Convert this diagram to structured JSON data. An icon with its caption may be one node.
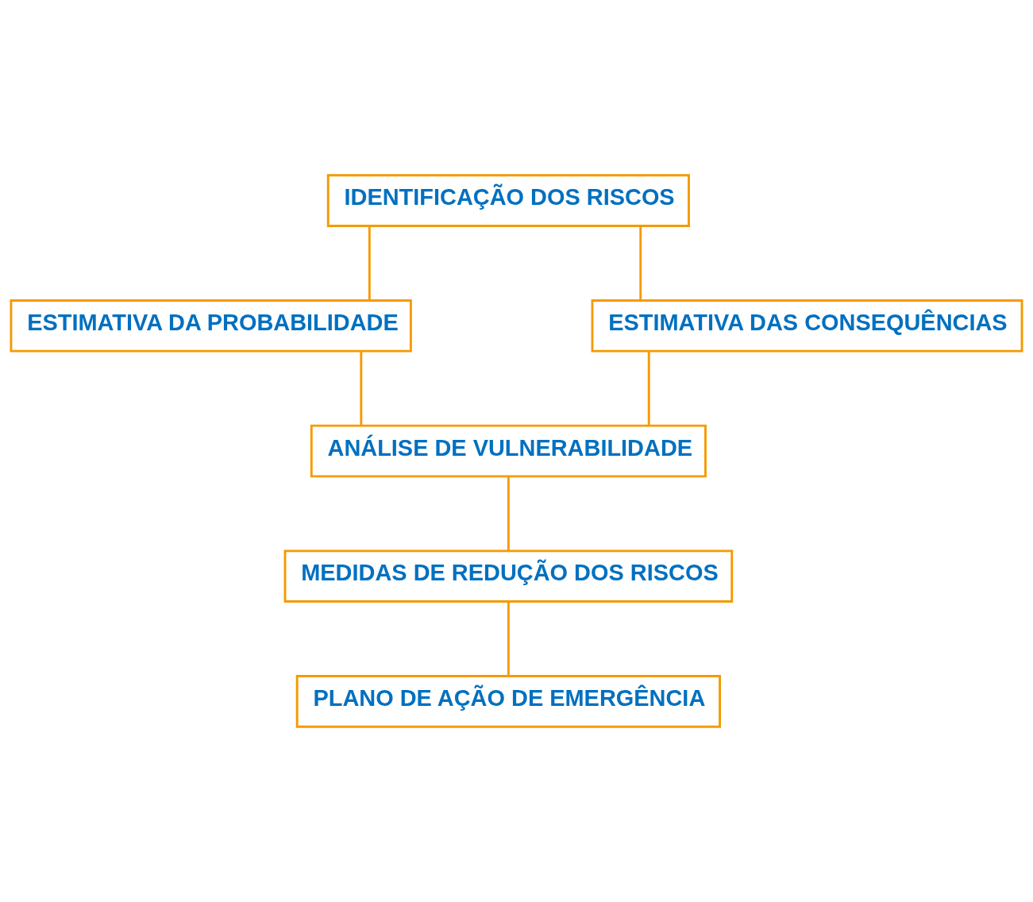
{
  "diagram": {
    "nodes": [
      {
        "text": [
          "IDENTIFICAÇÃO DOS RISCOS"
        ]
      },
      {
        "text": [
          "ESTIMATIVA DA PROBABILIDADE"
        ]
      },
      {
        "text": [
          "ESTIMATIVA DAS CONSEQUÊNCIAS"
        ]
      },
      {
        "text": [
          "ANÁLISE DE VULNERABILIDADE"
        ]
      },
      {
        "text": [
          "MEDIDAS DE REDUÇÃO DOS RISCOS"
        ]
      },
      {
        "text": [
          "PLANO DE AÇÃO DE EMERGÊNCIA"
        ]
      }
    ],
    "edges": [
      {
        "from": 0,
        "to": 1,
        "arrow": "none"
      },
      {
        "from": 0,
        "to": 2,
        "arrow": "none"
      },
      {
        "from": 1,
        "to": 3,
        "arrow": "none"
      },
      {
        "from": 2,
        "to": 3,
        "arrow": "none"
      },
      {
        "from": 3,
        "to": 4,
        "arrow": "none"
      },
      {
        "from": 4,
        "to": 5,
        "arrow": "none"
      }
    ]
  }
}
